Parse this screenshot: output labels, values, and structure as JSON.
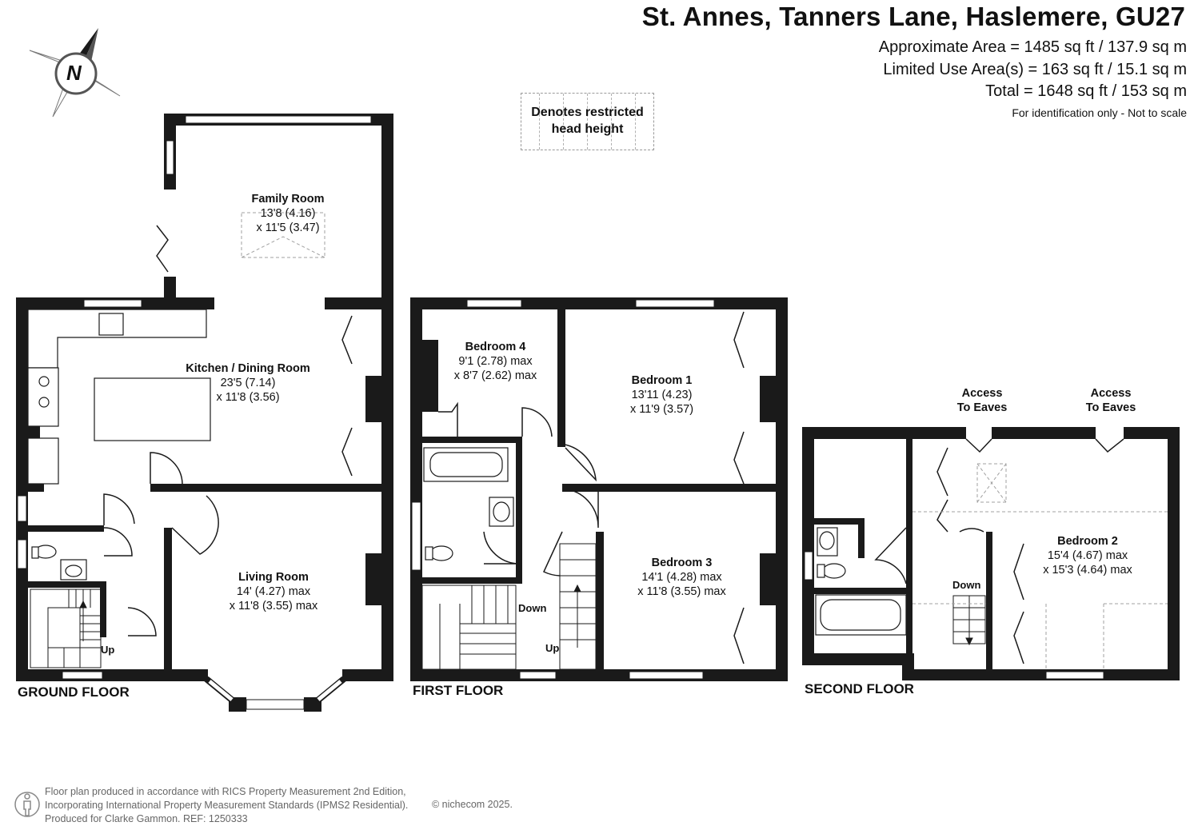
{
  "header": {
    "address": "St. Annes, Tanners Lane, Haslemere, GU27",
    "approx_area": "Approximate Area = 1485 sq ft / 137.9 sq m",
    "limited_use": "Limited Use Area(s) = 163 sq ft / 15.1 sq m",
    "total": "Total = 1648 sq ft / 153 sq m",
    "note": "For identification only - Not to scale"
  },
  "legend": {
    "restricted_line1": "Denotes restricted",
    "restricted_line2": "head height"
  },
  "compass": {
    "letter": "N"
  },
  "floors": {
    "ground": {
      "label": "GROUND FLOOR",
      "rooms": [
        {
          "name": "Family Room",
          "dim1": "13'8 (4.16)",
          "dim2": "x 11'5 (3.47)"
        },
        {
          "name": "Kitchen / Dining Room",
          "dim1": "23'5 (7.14)",
          "dim2": "x 11'8 (3.56)"
        },
        {
          "name": "Living Room",
          "dim1": "14' (4.27) max",
          "dim2": "x 11'8 (3.55) max"
        }
      ],
      "stairs": "Up"
    },
    "first": {
      "label": "FIRST FLOOR",
      "rooms": [
        {
          "name": "Bedroom 4",
          "dim1": "9'1 (2.78) max",
          "dim2": "x 8'7 (2.62) max"
        },
        {
          "name": "Bedroom 1",
          "dim1": "13'11 (4.23)",
          "dim2": "x 11'9 (3.57)"
        },
        {
          "name": "Bedroom 3",
          "dim1": "14'1 (4.28) max",
          "dim2": "x 11'8 (3.55) max"
        }
      ],
      "stairs_down": "Down",
      "stairs_up": "Up"
    },
    "second": {
      "label": "SECOND FLOOR",
      "rooms": [
        {
          "name": "Bedroom 2",
          "dim1": "15'4 (4.67) max",
          "dim2": "x 15'3 (4.64) max"
        }
      ],
      "eaves1_line1": "Access",
      "eaves1_line2": "To Eaves",
      "eaves2_line1": "Access",
      "eaves2_line2": "To Eaves",
      "stairs_down": "Down"
    }
  },
  "footer": {
    "line1": "Floor plan produced in accordance with RICS Property Measurement 2nd Edition,",
    "line2": "Incorporating International Property Measurement Standards (IPMS2 Residential).",
    "line3": "Produced for Clarke Gammon.   REF:  1250333",
    "copyright": "© nichecom 2025."
  },
  "colors": {
    "wall": "#1a1a1a",
    "window": "#ffffff",
    "restricted_line": "#a0a0a0"
  }
}
